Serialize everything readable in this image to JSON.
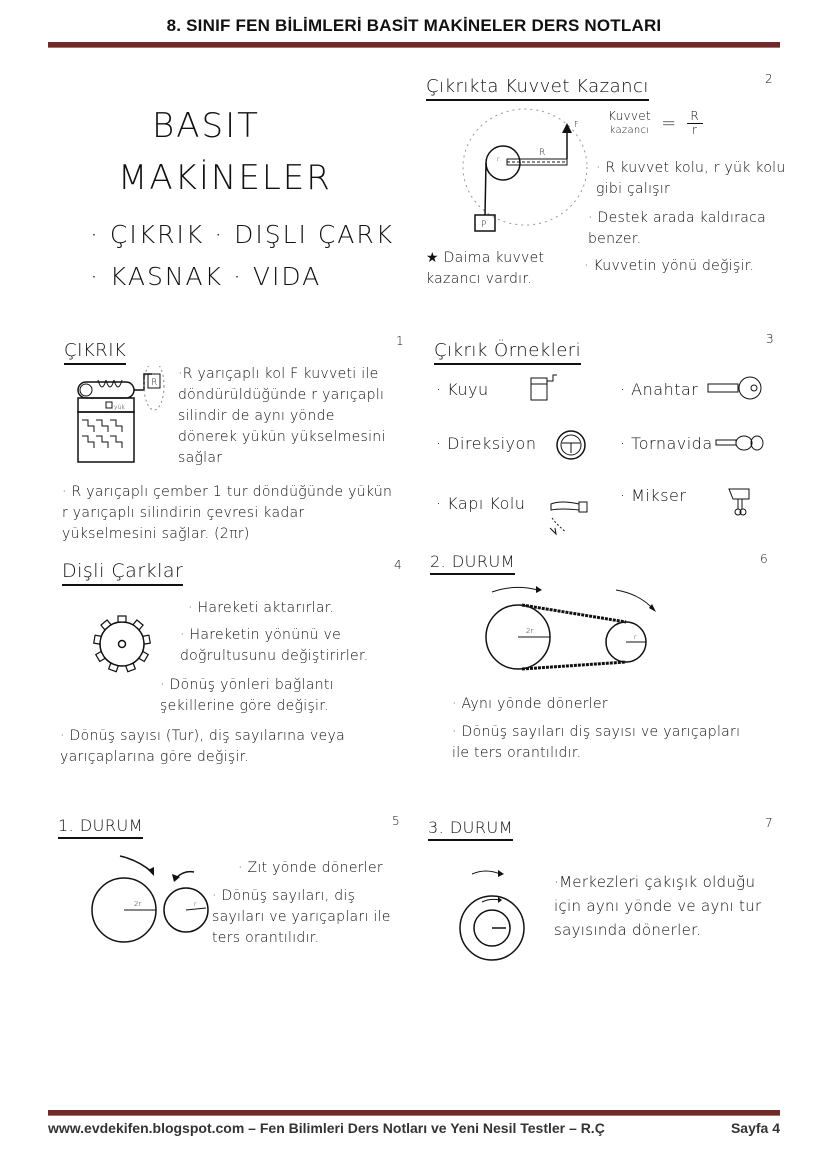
{
  "header": {
    "title": "8. SINIF FEN BİLİMLERİ BASİT MAKİNELER DERS NOTLARI"
  },
  "footer": {
    "source": "www.evdekifen.blogspot.com – Fen Bilimleri Ders Notları ve Yeni Nesil Testler – R.Ç",
    "page": "Sayfa 4"
  },
  "cover": {
    "title_line1": "BASIT",
    "title_line2": "MAKİNELER",
    "items_row1": "· ÇIKRIK · DIŞLI ÇARK",
    "items_row2": "· KASNAK · VIDA"
  },
  "sections": {
    "s1": {
      "number": "1",
      "title": "ÇIKRIK",
      "text1": "·R yarıçaplı kol F kuvveti ile döndürüldüğünde r yarıçaplı silindir de aynı yönde dönerek yükün yükselmesini sağlar",
      "text2": "· R yarıçaplı çember 1 tur döndüğünde yükün r yarıçaplı silindirin çevresi kadar yükselmesini sağlar. (2πr)",
      "diagram_labels": {
        "R": "R",
        "load": "yük"
      }
    },
    "s2": {
      "number": "2",
      "title": "Çıkrıkta Kuvvet Kazancı",
      "formula_left_top": "Kuvvet",
      "formula_left_bottom": "kazancı",
      "formula_num": "R",
      "formula_den": "r",
      "b1": "· R kuvvet kolu, r yük kolu gibi çalışır",
      "b2": "· Destek arada kaldıraca benzer.",
      "b3": "· Kuvvetin yönü değişir.",
      "note": "★ Daima kuvvet kazancı vardır.",
      "diagram_labels": {
        "F": "F",
        "R": "R",
        "r": "r",
        "P": "P"
      }
    },
    "s3": {
      "number": "3",
      "title": "Çıkrık Örnekleri",
      "examples": [
        "· Kuyu",
        "· Direksiyon",
        "· Kapı Kolu",
        "· Anahtar",
        "· Tornavida",
        "· Mikser"
      ]
    },
    "s4": {
      "number": "4",
      "title": "Dişli Çarklar",
      "b1": "· Hareketi aktarırlar.",
      "b2": "· Hareketin yönünü ve doğrultusunu değiştirirler.",
      "b3": "· Dönüş yönleri bağlantı şekillerine göre değişir.",
      "b4": "· Dönüş sayısı (Tur), diş sayılarına veya yarıçaplarına göre değişir."
    },
    "s5": {
      "number": "5",
      "title": "1. DURUM",
      "b1": "· Zıt yönde dönerler",
      "b2": "· Dönüş sayıları, diş sayıları ve yarıçapları ile ters orantılıdır.",
      "labels": {
        "big": "2r",
        "small": "r"
      }
    },
    "s6": {
      "number": "6",
      "title": "2. DURUM",
      "b1": "· Aynı yönde dönerler",
      "b2": "· Dönüş sayıları diş sayısı ve yarıçapları ile ters orantılıdır.",
      "labels": {
        "big": "2r",
        "small": "r"
      }
    },
    "s7": {
      "number": "7",
      "title": "3. DURUM",
      "b1": "·Merkezleri çakışık olduğu için aynı yönde ve aynı tur sayısında dönerler."
    }
  }
}
